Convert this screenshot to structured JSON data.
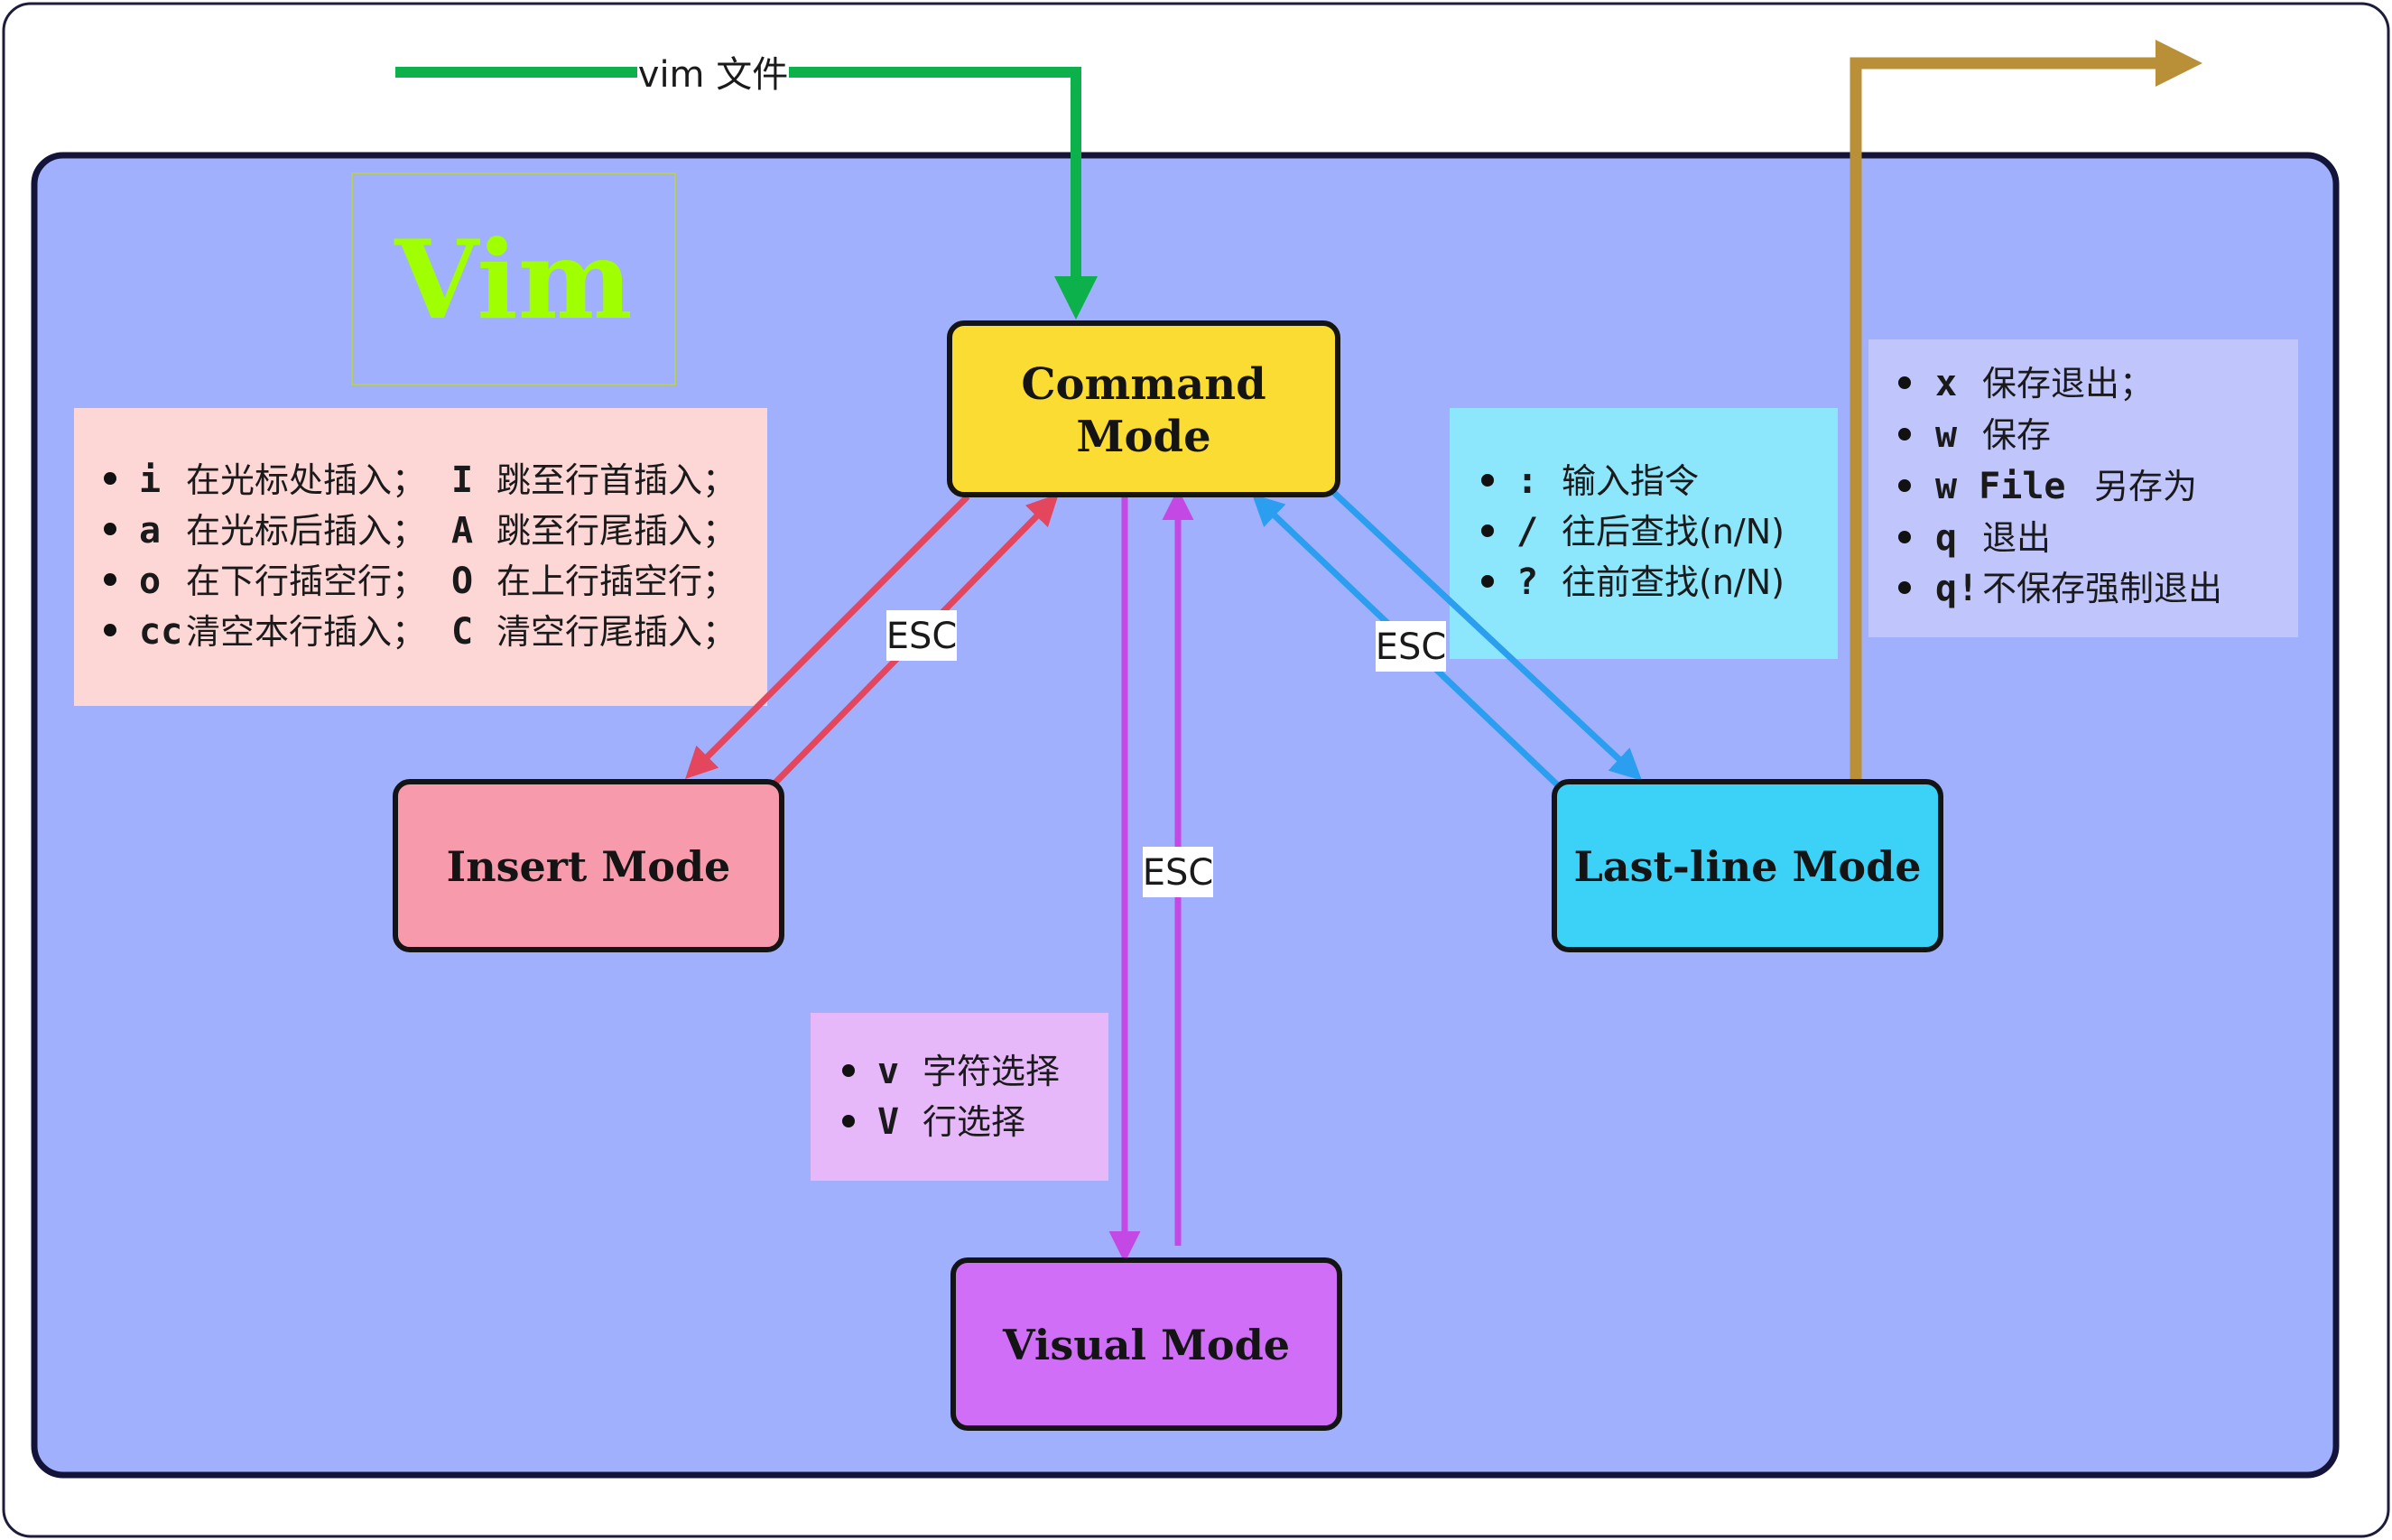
{
  "colors": {
    "outer_border": "#1c1c3c",
    "container_fill": "#a0b0fc",
    "command_fill": "#fadc32",
    "insert_fill": "#f79aab",
    "lastline_fill": "#3cd2f8",
    "visual_fill": "#d06ef8",
    "vim_logo": "#a0ff00",
    "insert_notes_bg": "#fdd6d6",
    "lastline_notes_bg": "#8ce6fc",
    "exit_notes_bg": "#c0c6fc",
    "visual_notes_bg": "#e6b8fa",
    "enter_arrow": "#0db14b",
    "exit_arrow": "#b99038",
    "insert_arrows": "#e4465e",
    "lastline_arrows": "#2b9ef0",
    "visual_arrows": "#c449e4"
  },
  "logo": {
    "text": "Vim"
  },
  "entry": {
    "label": "vim 文件"
  },
  "modes": {
    "command_line1": "Command",
    "command_line2": "Mode",
    "insert": "Insert Mode",
    "lastline": "Last-line Mode",
    "visual": "Visual Mode"
  },
  "esc_labels": {
    "insert": "ESC",
    "lastline": "ESC",
    "visual": "ESC"
  },
  "insert_notes": [
    {
      "key": "i",
      "text": "在光标处插入；",
      "key2": "I",
      "text2": "跳至行首插入；"
    },
    {
      "key": "a",
      "text": "在光标后插入；",
      "key2": "A",
      "text2": "跳至行尾插入；"
    },
    {
      "key": "o",
      "text": "在下行插空行；",
      "key2": "O",
      "text2": "在上行插空行；"
    },
    {
      "key": "cc",
      "text": "清空本行插入；",
      "key2": "C",
      "text2": "清空行尾插入；"
    }
  ],
  "lastline_notes": [
    {
      "key": ":",
      "text": "输入指令"
    },
    {
      "key": "/",
      "text": "往后查找(n/N)"
    },
    {
      "key": "?",
      "text": "往前查找(n/N)"
    }
  ],
  "exit_notes": [
    {
      "key": "x",
      "text": "保存退出；"
    },
    {
      "key": "w",
      "text": "保存"
    },
    {
      "key": "w File",
      "text": "另存为"
    },
    {
      "key": "q",
      "text": "退出"
    },
    {
      "key": "q!",
      "text": "不保存强制退出"
    }
  ],
  "visual_notes": [
    {
      "key": "v",
      "text": "字符选择"
    },
    {
      "key": "V",
      "text": "行选择"
    }
  ]
}
